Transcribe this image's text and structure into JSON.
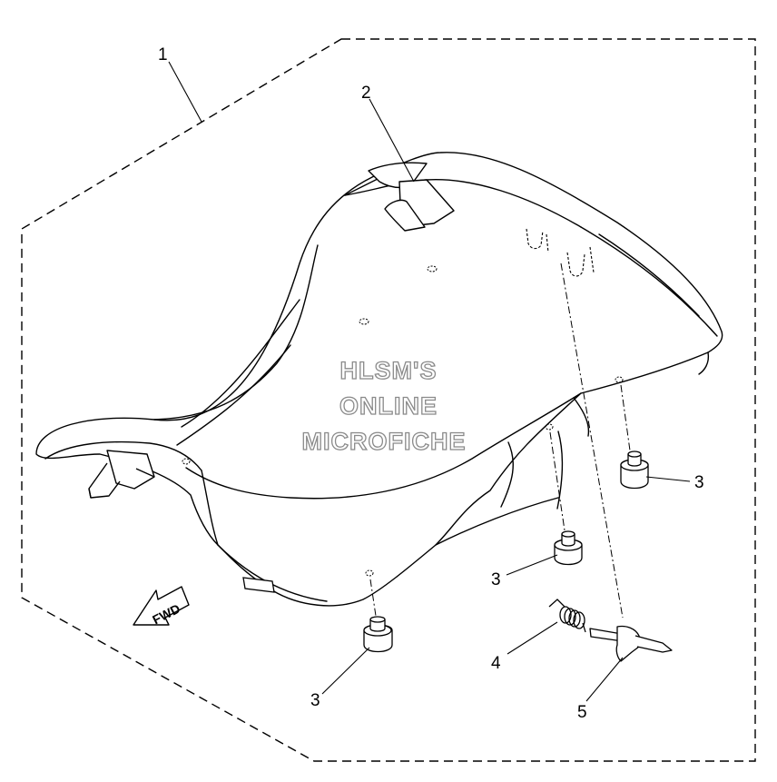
{
  "watermark": {
    "line1": "HLSM'S",
    "line2": "ONLINE",
    "line3": "MICROFICHE"
  },
  "direction_label": "FWD",
  "callouts": {
    "seat": "1",
    "strap": "2",
    "damper_right": "3",
    "damper_center": "3",
    "damper_left": "3",
    "spring": "4",
    "hook": "5"
  }
}
